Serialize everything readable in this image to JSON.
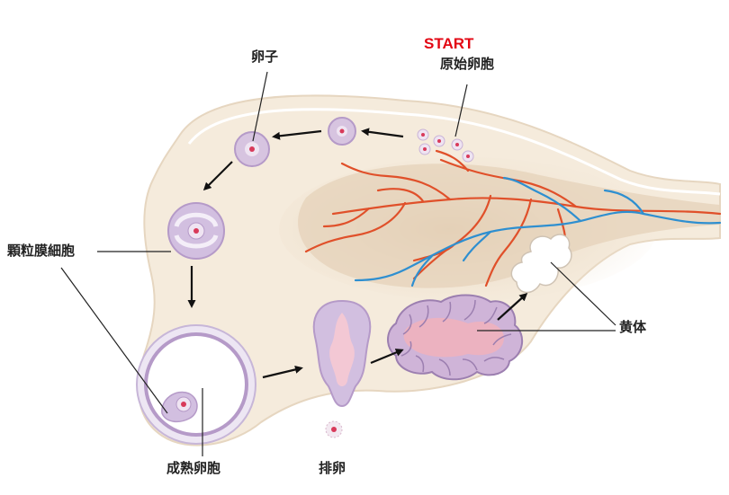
{
  "labels": {
    "start": "START",
    "primordial_follicle": "原始卵胞",
    "ovum": "卵子",
    "granulosa_cells": "顆粒膜細胞",
    "mature_follicle": "成熟卵胞",
    "ovulation": "排卵",
    "corpus_luteum": "黄体"
  },
  "colors": {
    "start_text": "#e30613",
    "ovary_fill": "#f5ebdc",
    "ovary_outline": "#ffffff",
    "stroma_shade": "#e3cfb4",
    "artery": "#e0502a",
    "vein": "#2e8fd0",
    "follicle_purple": "#b59ac8",
    "follicle_light": "#e6dcee",
    "oocyte_core": "#d83a5a",
    "corpus_luteum_pink": "#e8a0b0",
    "corpus_albicans": "#ffffff"
  }
}
